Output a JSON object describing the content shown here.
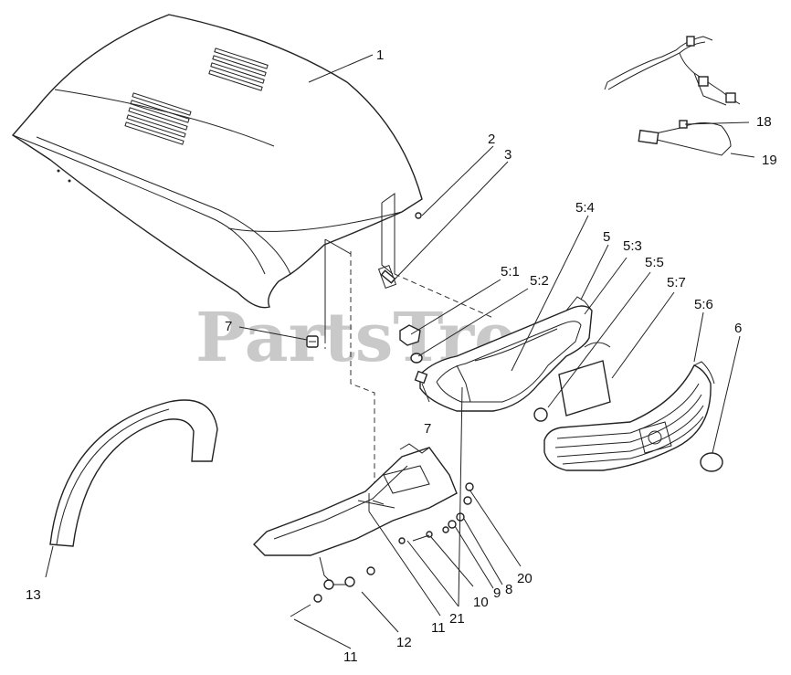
{
  "watermark": "PartsTree",
  "callouts": {
    "c1": "1",
    "c2": "2",
    "c3": "3",
    "c5": "5",
    "c5_1": "5:1",
    "c5_2": "5:2",
    "c5_3": "5:3",
    "c5_4": "5:4",
    "c5_5": "5:5",
    "c5_6": "5:6",
    "c5_7": "5:7",
    "c6": "6",
    "c7a": "7",
    "c7b": "7",
    "c8": "8",
    "c9": "9",
    "c10": "10",
    "c11a": "11",
    "c11b": "11",
    "c12": "12",
    "c13": "13",
    "c18": "18",
    "c19": "19",
    "c20": "20",
    "c21": "21"
  },
  "parts": {
    "hood": "hood-icon",
    "grille": "grille-icon",
    "headlight_housing": "headlight-housing-icon",
    "hood_bracket": "hood-bracket-icon",
    "fender_guard": "fender-guard-icon",
    "wire_harness": "wire-harness-icon",
    "lens": "lens-icon"
  },
  "colors": {
    "line": "#222222",
    "watermark": "#b8b8b8"
  }
}
